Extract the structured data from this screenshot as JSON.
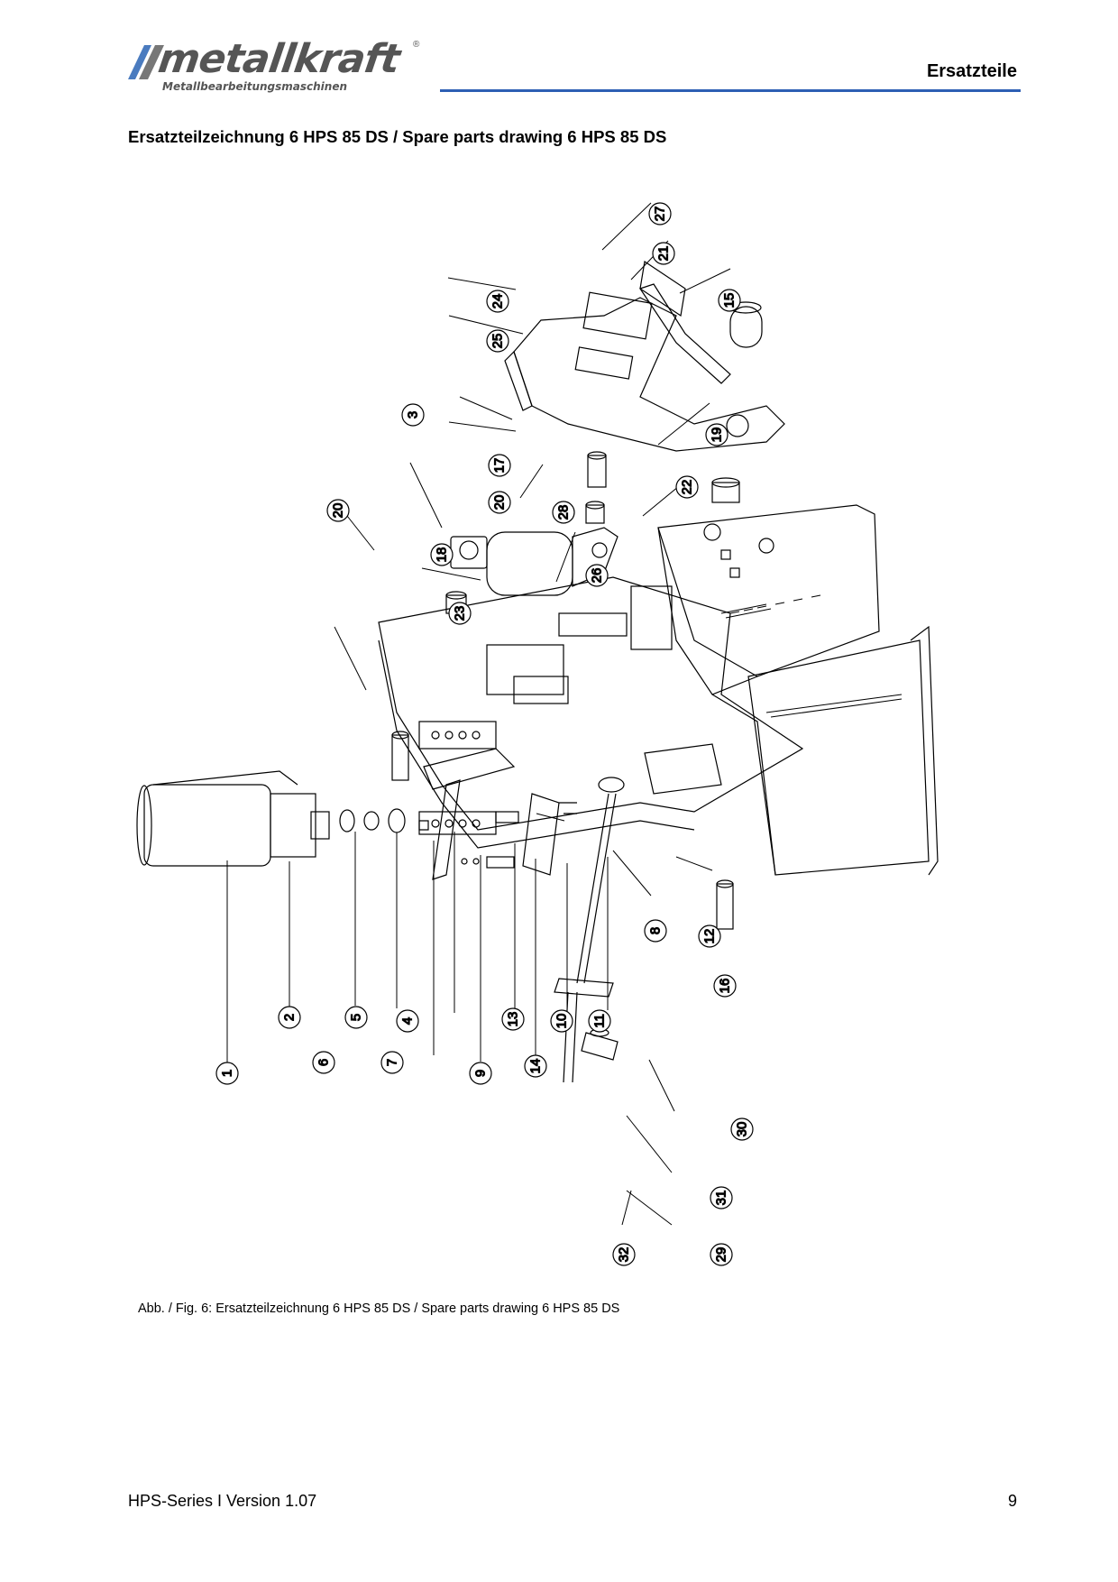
{
  "header": {
    "brand": "metallkraft",
    "tagline": "Metallbearbeitungsmaschinen",
    "registered": "®",
    "section_title": "Ersatzteile",
    "accent_color": "#2d5fb4"
  },
  "title": "Ersatzteilzeichnung 6 HPS 85 DS / Spare parts drawing 6 HPS 85 DS",
  "callouts": [
    "1",
    "2",
    "3",
    "4",
    "5",
    "6",
    "7",
    "8",
    "9",
    "10",
    "11",
    "12",
    "13",
    "14",
    "15",
    "16",
    "17",
    "18",
    "19",
    "20",
    "20",
    "21",
    "22",
    "23",
    "24",
    "25",
    "26",
    "27",
    "28",
    "29",
    "30",
    "31",
    "32"
  ],
  "caption": "Abb. / Fig. 6: Ersatzteilzeichnung 6 HPS 85 DS / Spare parts drawing 6 HPS 85 DS",
  "footer": {
    "left": "HPS-Series I Version 1.07",
    "page": "9"
  }
}
